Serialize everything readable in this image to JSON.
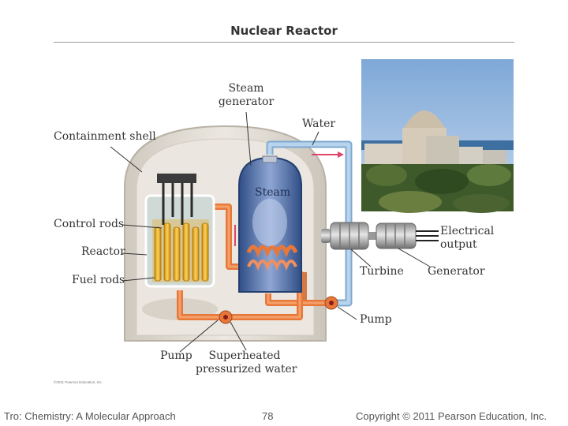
{
  "title": "Nuclear Reactor",
  "labels": {
    "containment_shell": "Containment shell",
    "control_rods": "Control rods",
    "reactor": "Reactor",
    "fuel_rods": "Fuel rods",
    "steam_generator_line1": "Steam",
    "steam_generator_line2": "generator",
    "water": "Water",
    "steam": "Steam",
    "electrical_output_line1": "Electrical",
    "electrical_output_line2": "output",
    "turbine": "Turbine",
    "generator": "Generator",
    "pump_right": "Pump",
    "pump_bottom": "Pump",
    "superheated_line1": "Superheated",
    "superheated_line2": "pressurized water"
  },
  "credit": "©2011 Pearson Education, Inc.",
  "photo": {
    "subject": "nuclear power plant containment dome photo"
  },
  "footer": {
    "left": "Tro: Chemistry: A Molecular Approach",
    "page": "78",
    "right": "Copyright © 2011 Pearson Education, Inc."
  },
  "colors": {
    "hot_pipe": "#e8773a",
    "cold_pipe": "#a9cbe6",
    "fuel": "#f2b21c",
    "containment": "#e2ddd4"
  }
}
